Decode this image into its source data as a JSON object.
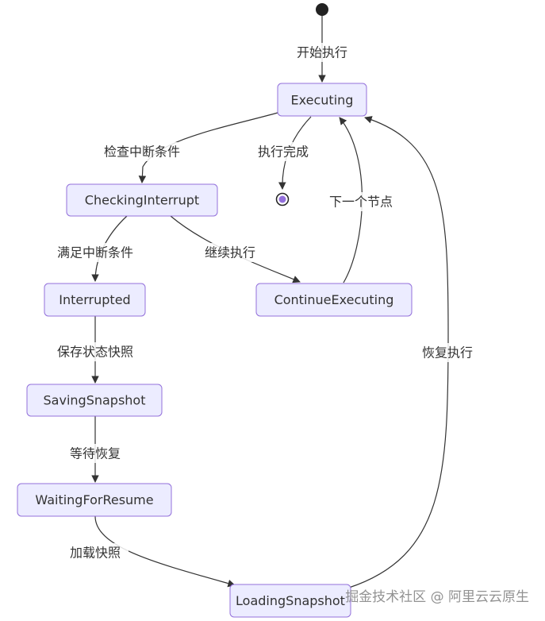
{
  "states": {
    "executing": "Executing",
    "checking_interrupt": "CheckingInterrupt",
    "interrupted": "Interrupted",
    "continue_executing": "ContinueExecuting",
    "saving_snapshot": "SavingSnapshot",
    "waiting_for_resume": "WaitingForResume",
    "loading_snapshot": "LoadingSnapshot"
  },
  "transitions": {
    "start_to_executing": "开始执行",
    "executing_to_checking": "检查中断条件",
    "executing_to_end": "执行完成",
    "continue_to_executing": "下一个节点",
    "checking_to_interrupted": "满足中断条件",
    "checking_to_continue": "继续执行",
    "loading_to_executing": "恢复执行",
    "interrupted_to_saving": "保存状态快照",
    "saving_to_waiting": "等待恢复",
    "waiting_to_loading": "加载快照"
  },
  "watermark": "掘金技术社区 @ 阿里云云原生",
  "colors": {
    "node_fill": "#ECECFF",
    "node_stroke": "#9370DB",
    "edge": "#333333",
    "text": "#333333",
    "start_dot": "#222222",
    "end_inner": "#9370DB"
  }
}
